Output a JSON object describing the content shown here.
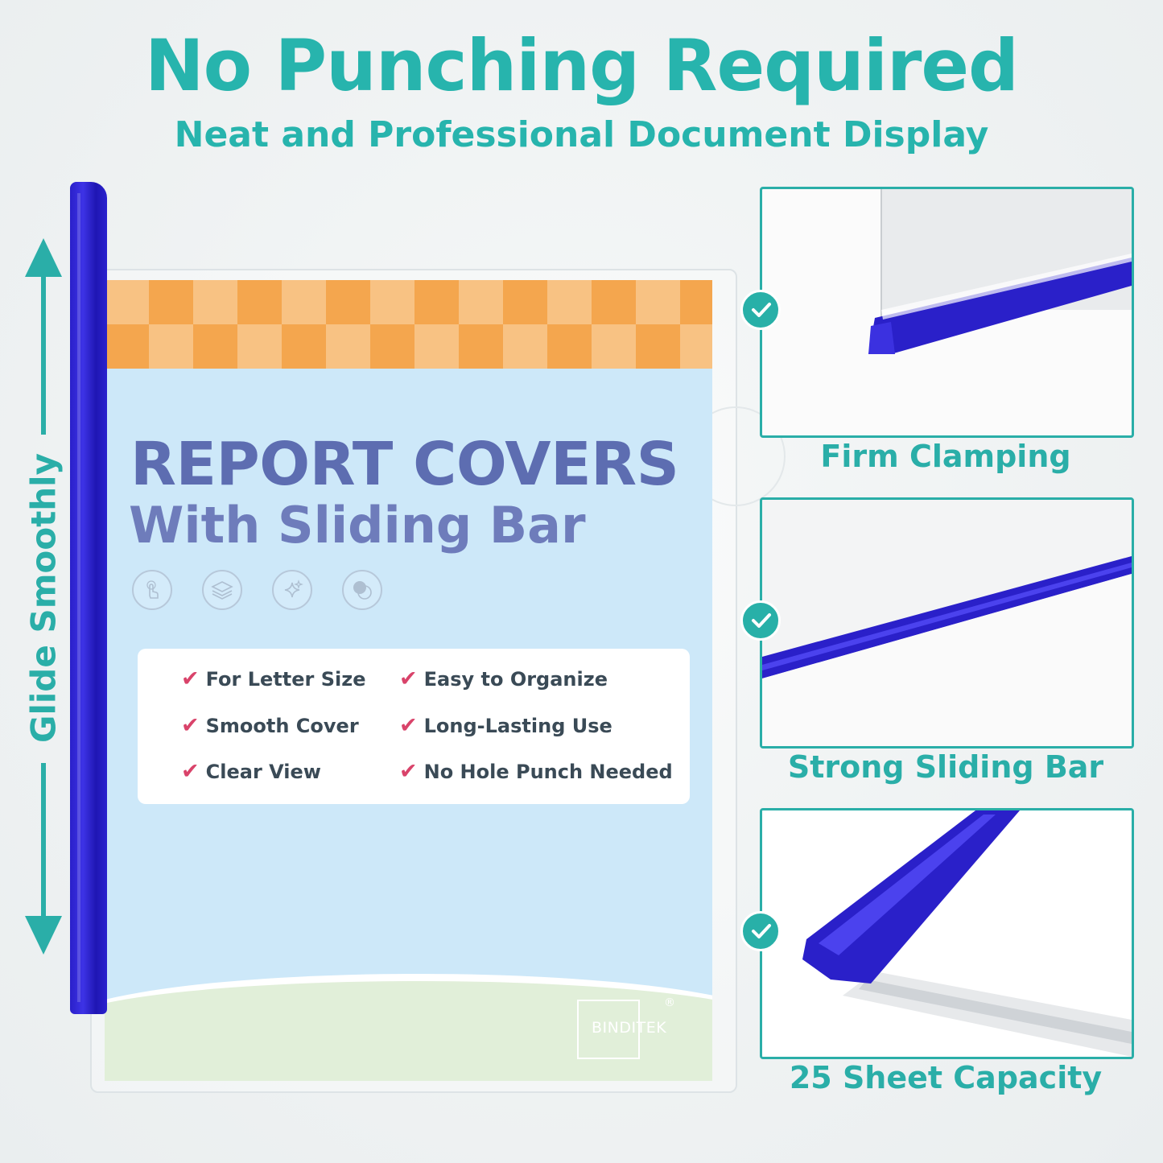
{
  "header": {
    "title": "No Punching Required",
    "subtitle": "Neat and Professional Document Display"
  },
  "side_label": "Glide Smoothly",
  "cover": {
    "title": "REPORT COVERS",
    "subtitle": "With Sliding Bar",
    "icons": [
      "touch-icon",
      "layers-icon",
      "sparkle-icon",
      "circles-icon"
    ],
    "features": [
      {
        "label": "For Letter Size"
      },
      {
        "label": "Easy to Organize"
      },
      {
        "label": "Smooth Cover"
      },
      {
        "label": "Long-Lasting Use"
      },
      {
        "label": "Clear View"
      },
      {
        "label": "No Hole Punch Needed"
      }
    ],
    "check_glyph": "✔",
    "brand": "BINDITEK",
    "registered": "®"
  },
  "panels": [
    {
      "caption": "Firm Clamping"
    },
    {
      "caption": "Strong Sliding Bar"
    },
    {
      "caption": "25 Sheet Capacity"
    }
  ],
  "colors": {
    "accent": "#2aaea8",
    "bar_blue": "#2b22cf",
    "cover_blue": "#cde8f9",
    "checker_dark": "#f4a64e",
    "checker_light": "#f8c283",
    "title_purple": "#5d6db1",
    "check_pink": "#d9436a"
  }
}
